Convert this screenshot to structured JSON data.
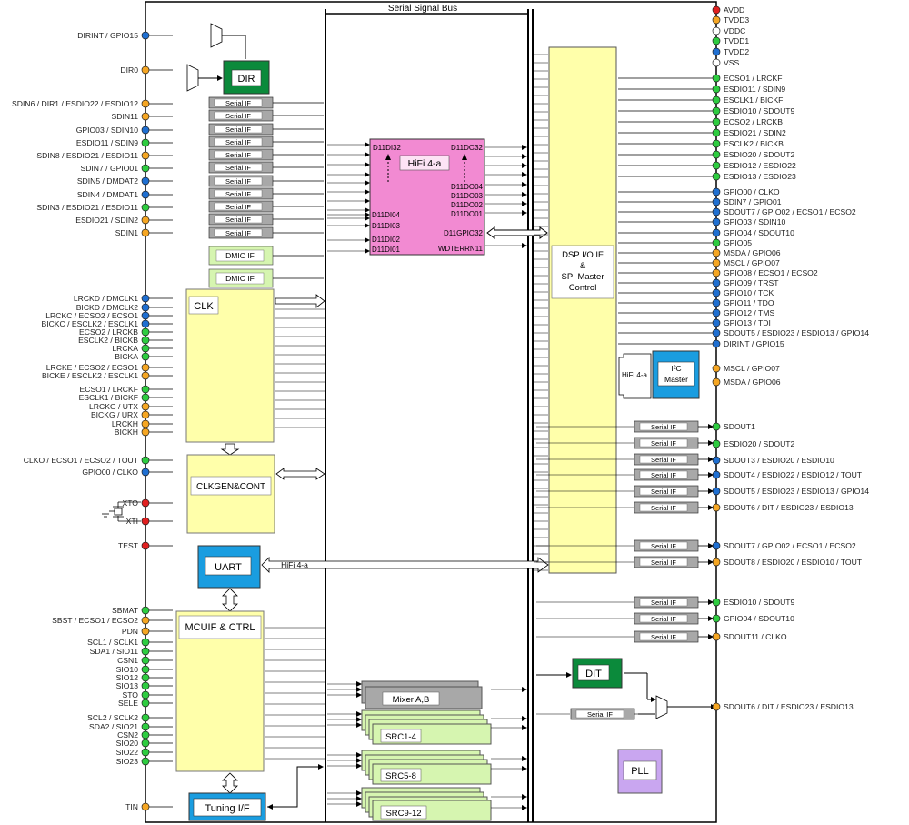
{
  "title": "Serial Signal Bus",
  "colors": {
    "green": "#2ecc40",
    "blue": "#1f6fd1",
    "orange": "#f5a623",
    "red": "#e02020",
    "white": "#ffffff",
    "yellow_block": "#ffffaa",
    "pink_block": "#f28ad2",
    "cyan_block": "#1a9de0",
    "dark_green_block": "#0b8a3b",
    "light_green_block": "#d6f5b0",
    "gray_block": "#a8a8a8",
    "purple_block": "#c9a6f0"
  },
  "blocks": {
    "dir": "DIR",
    "clk": "CLK",
    "clkgen": "CLKGEN&CONT",
    "uart": "UART",
    "mcuif": "MCUIF & CTRL",
    "tuning": "Tuning I/F",
    "hifi": "HiFi 4-a",
    "dsp_line1": "DSP I/O IF",
    "dsp_line2": "&",
    "dsp_line3": "SPI Master",
    "dsp_line4": "Control",
    "i2c_line1": "I²C",
    "i2c_line2": "Master",
    "dit": "DIT",
    "pll": "PLL",
    "mixer": "Mixer A,B",
    "src1": "SRC1-4",
    "src2": "SRC5-8",
    "src3": "SRC9-12",
    "serial_if": "Serial IF",
    "dmic_if": "DMIC IF",
    "hifi_small": "HiFi 4-a",
    "uart_hifi": "HiFi 4-a"
  },
  "hifi_ports": {
    "di32": "D11DI32",
    "do32": "D11DO32",
    "do04": "D11DO04",
    "do03": "D11DO03",
    "do02": "D11DO02",
    "do01": "D11DO01",
    "di04": "D11DI04",
    "di03": "D11DI03",
    "di02": "D11DI02",
    "di01": "D11DI01",
    "gpio32": "D11GPIO32",
    "wdterr": "WDTERRN11"
  },
  "left_pins": [
    {
      "label": "DIRINT / GPIO15",
      "color": "blue"
    },
    {
      "label": "DIR0",
      "color": "orange"
    },
    {
      "label": "SDIN6 / DIR1 / ESDIO22 / ESDIO12",
      "color": "orange"
    },
    {
      "label": "SDIN11",
      "color": "orange"
    },
    {
      "label": "GPIO03 / SDIN10",
      "color": "blue"
    },
    {
      "label": "ESDIO11 / SDIN9",
      "color": "green"
    },
    {
      "label": "SDIN8 / ESDIO21 / ESDIO11",
      "color": "orange"
    },
    {
      "label": "SDIN7 / GPIO01",
      "color": "green"
    },
    {
      "label": "SDIN5 / DMDAT2",
      "color": "blue"
    },
    {
      "label": "SDIN4 / DMDAT1",
      "color": "blue"
    },
    {
      "label": "SDIN3 / ESDIO21 / ESDIO11",
      "color": "green"
    },
    {
      "label": "ESDIO21 / SDIN2",
      "color": "orange"
    },
    {
      "label": "SDIN1",
      "color": "orange"
    },
    {
      "label": "LRCKD / DMCLK1",
      "color": "blue"
    },
    {
      "label": "BICKD / DMCLK2",
      "color": "blue"
    },
    {
      "label": "LRCKC / ECSO2 / ECSO1",
      "color": "blue"
    },
    {
      "label": "BICKC / ESCLK2 / ESCLK1",
      "color": "blue"
    },
    {
      "label": "ECSO2 / LRCKB",
      "color": "green"
    },
    {
      "label": "ESCLK2 / BICKB",
      "color": "green"
    },
    {
      "label": "LRCKA",
      "color": "green"
    },
    {
      "label": "BICKA",
      "color": "green"
    },
    {
      "label": "LRCKE / ECSO2 / ECSO1",
      "color": "orange"
    },
    {
      "label": "BICKE / ESCLK2 / ESCLK1",
      "color": "orange"
    },
    {
      "label": "ECSO1 / LRCKF",
      "color": "green"
    },
    {
      "label": "ESCLK1 / BICKF",
      "color": "green"
    },
    {
      "label": "LRCKG / UTX",
      "color": "orange"
    },
    {
      "label": "BICKG / URX",
      "color": "orange"
    },
    {
      "label": "LRCKH",
      "color": "orange"
    },
    {
      "label": "BICKH",
      "color": "orange"
    },
    {
      "label": "CLKO /  ECSO1 / ECSO2 / TOUT",
      "color": "green"
    },
    {
      "label": "GPIO00 / CLKO",
      "color": "blue"
    },
    {
      "label": "XTO",
      "color": "red"
    },
    {
      "label": "XTI",
      "color": "red"
    },
    {
      "label": "TEST",
      "color": "red"
    },
    {
      "label": "SBMAT",
      "color": "green"
    },
    {
      "label": "SBST / ECSO1 / ECSO2",
      "color": "orange"
    },
    {
      "label": "PDN",
      "color": "orange"
    },
    {
      "label": "SCL1 / SCLK1",
      "color": "green"
    },
    {
      "label": "SDA1 / SIO11",
      "color": "green"
    },
    {
      "label": "CSN1",
      "color": "green"
    },
    {
      "label": "SIO10",
      "color": "green"
    },
    {
      "label": "SIO12",
      "color": "green"
    },
    {
      "label": "SIO13",
      "color": "green"
    },
    {
      "label": "STO",
      "color": "green"
    },
    {
      "label": "SELE",
      "color": "green"
    },
    {
      "label": "SCL2 / SCLK2",
      "color": "green"
    },
    {
      "label": "SDA2 / SIO21",
      "color": "green"
    },
    {
      "label": "CSN2",
      "color": "green"
    },
    {
      "label": "SIO20",
      "color": "green"
    },
    {
      "label": "SIO22",
      "color": "green"
    },
    {
      "label": "SIO23",
      "color": "green"
    },
    {
      "label": "TIN",
      "color": "orange"
    }
  ],
  "power_pins": [
    {
      "label": "AVDD",
      "color": "red"
    },
    {
      "label": "TVDD3",
      "color": "orange"
    },
    {
      "label": "VDDC",
      "color": "white"
    },
    {
      "label": "TVDD1",
      "color": "green"
    },
    {
      "label": "TVDD2",
      "color": "blue"
    },
    {
      "label": "VSS",
      "color": "white"
    }
  ],
  "right_pins": [
    {
      "label": "ECSO1 / LRCKF",
      "color": "green"
    },
    {
      "label": "ESDIO11 / SDIN9",
      "color": "green"
    },
    {
      "label": "ESCLK1 / BICKF",
      "color": "green"
    },
    {
      "label": "ESDIO10 / SDOUT9",
      "color": "green"
    },
    {
      "label": "ECSO2 / LRCKB",
      "color": "green"
    },
    {
      "label": "ESDIO21 / SDIN2",
      "color": "green"
    },
    {
      "label": "ESCLK2 / BICKB",
      "color": "green"
    },
    {
      "label": "ESDIO20 / SDOUT2",
      "color": "green"
    },
    {
      "label": "ESDIO12 / ESDIO22",
      "color": "green"
    },
    {
      "label": "ESDIO13 / ESDIO23",
      "color": "green"
    },
    {
      "label": "GPIO00 / CLKO",
      "color": "blue"
    },
    {
      "label": "SDIN7 / GPIO01",
      "color": "blue"
    },
    {
      "label": "SDOUT7 / GPIO02 / ECSO1 / ECSO2",
      "color": "blue"
    },
    {
      "label": "GPIO03 / SDIN10",
      "color": "blue"
    },
    {
      "label": "GPIO04 / SDOUT10",
      "color": "blue"
    },
    {
      "label": "GPIO05",
      "color": "green"
    },
    {
      "label": "MSDA / GPIO06",
      "color": "orange"
    },
    {
      "label": "MSCL / GPIO07",
      "color": "orange"
    },
    {
      "label": "GPIO08 / ECSO1 / ECSO2",
      "color": "orange"
    },
    {
      "label": "GPIO09 / TRST",
      "color": "blue"
    },
    {
      "label": "GPIO10  / TCK",
      "color": "blue"
    },
    {
      "label": "GPIO11 / TDO",
      "color": "blue"
    },
    {
      "label": "GPIO12 / TMS",
      "color": "blue"
    },
    {
      "label": "GPIO13 / TDI",
      "color": "blue"
    },
    {
      "label": "SDOUT5 / ESDIO23 / ESDIO13 / GPIO14",
      "color": "blue"
    },
    {
      "label": "DIRINT / GPIO15",
      "color": "blue"
    },
    {
      "label": "MSCL / GPIO07",
      "color": "orange"
    },
    {
      "label": "MSDA / GPIO06",
      "color": "orange"
    },
    {
      "label": "SDOUT1",
      "color": "green"
    },
    {
      "label": "ESDIO20 / SDOUT2",
      "color": "green"
    },
    {
      "label": "SDOUT3 / ESDIO20 / ESDIO10",
      "color": "blue"
    },
    {
      "label": "SDOUT4 / ESDIO22 / ESDIO12 / TOUT",
      "color": "blue"
    },
    {
      "label": "SDOUT5 / ESDIO23 / ESDIO13 / GPIO14",
      "color": "blue"
    },
    {
      "label": "SDOUT6 / DIT / ESDIO23 / ESDIO13",
      "color": "orange"
    },
    {
      "label": "SDOUT7 / GPIO02 / ECSO1 / ECSO2",
      "color": "blue"
    },
    {
      "label": "SDOUT8 / ESDIO20 / ESDIO10 / TOUT",
      "color": "orange"
    },
    {
      "label": "ESDIO10 / SDOUT9",
      "color": "green"
    },
    {
      "label": "GPIO04 / SDOUT10",
      "color": "green"
    },
    {
      "label": "SDOUT11 / CLKO",
      "color": "orange"
    },
    {
      "label": "SDOUT6 / DIT / ESDIO23 / ESDIO13",
      "color": "orange"
    }
  ]
}
